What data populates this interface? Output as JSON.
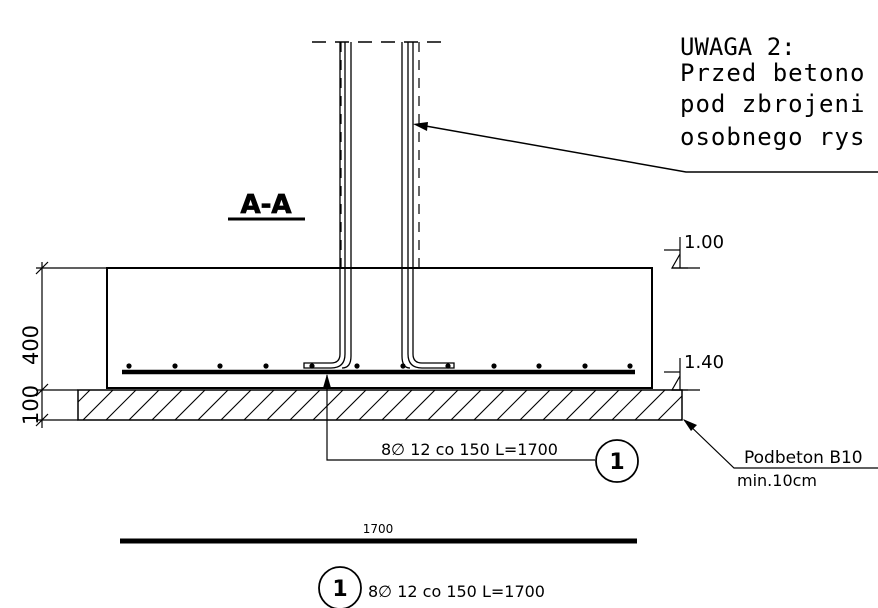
{
  "note": {
    "title": "UWAGA 2:",
    "line1": "Przed betono",
    "line2": "pod zbrojeni",
    "line3": "osobnego rys"
  },
  "section_label": "A-A",
  "levels": {
    "top": "1.00",
    "bottom": "1.40"
  },
  "dimensions": {
    "footing_height": "400",
    "lean_concrete_height": "100",
    "bar_length": "1700"
  },
  "rebar_callout": {
    "text": "8∅ 12  co 150  L=1700",
    "number": "1"
  },
  "subbase": {
    "label": "Podbeton B10",
    "sublabel": "min.10cm"
  },
  "bar_schedule": {
    "number": "1",
    "text": "8∅ 12  co 150  L=1700"
  }
}
